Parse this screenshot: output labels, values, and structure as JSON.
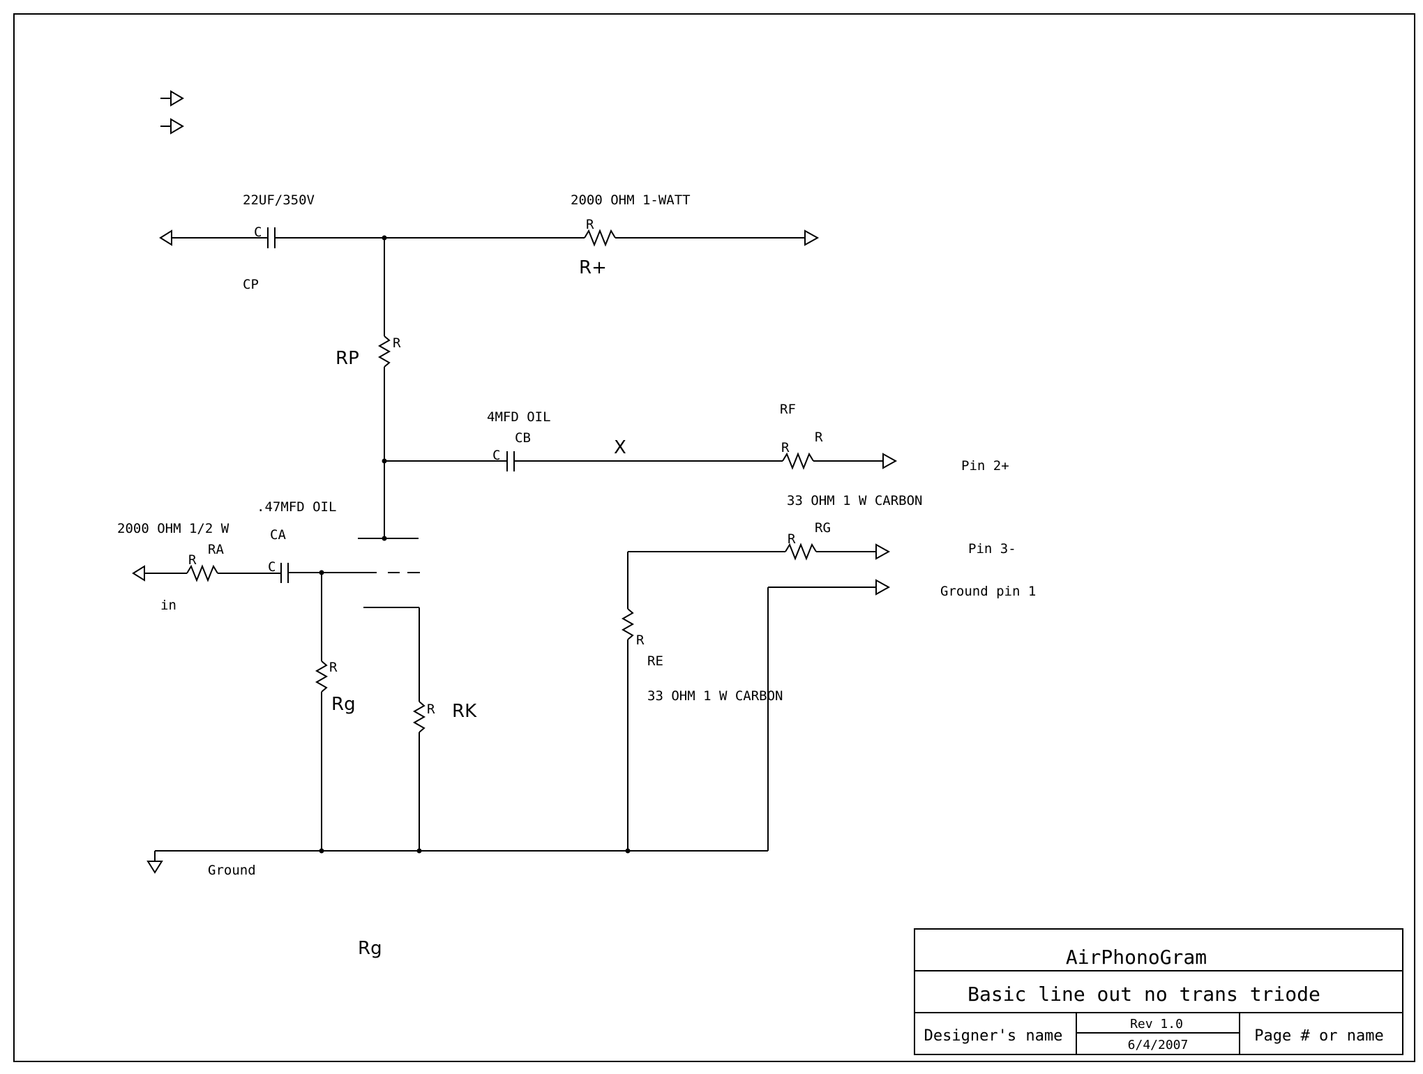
{
  "labels": {
    "cp_value": "22UF/350V",
    "cp_ref": "C",
    "cp_name": "CP",
    "rplus_value": "2000 OHM 1-WATT",
    "rplus_ref": "R",
    "rplus_name": "R+",
    "rp_ref": "R",
    "rp_name": "RP",
    "cb_value": "4MFD OIL",
    "cb_name": "CB",
    "cb_ref": "C",
    "x_mark": "X",
    "rf_name": "RF",
    "rf_ref": "R",
    "rf_ref2": "R",
    "pin2": "Pin 2+",
    "rf_value": "33 OHM 1 W CARBON",
    "ca_value": ".47MFD OIL",
    "ra_value": "2000 OHM 1/2 W",
    "ca_name": "CA",
    "ra_ref": "R",
    "ra_name": "RA",
    "ca_ref": "C",
    "in_label": "in",
    "rg_ref": "R",
    "rg_name": "RG",
    "pin3": "Pin 3-",
    "gnd_pin1": "Ground pin 1",
    "re_ref": "R",
    "re_name": "RE",
    "re_value": "33 OHM 1 W CARBON",
    "rgrid_ref": "R",
    "rgrid_name": "Rg",
    "rk_ref": "R",
    "rk_name": "RK",
    "ground": "Ground",
    "rg_bottom": "Rg"
  },
  "title_block": {
    "company": "AirPhonoGram",
    "title": "Basic line out no trans triode",
    "designer": "Designer's name",
    "rev": "Rev 1.0",
    "date": "6/4/2007",
    "page": "Page # or name"
  }
}
